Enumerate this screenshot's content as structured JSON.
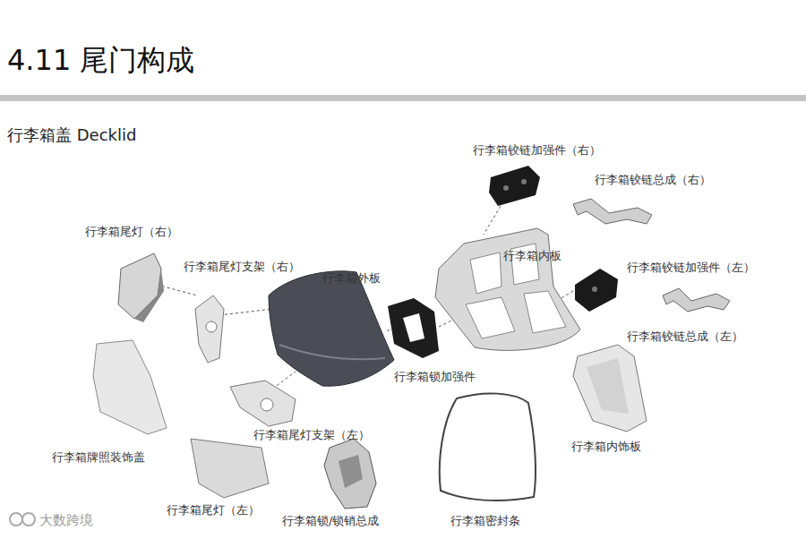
{
  "diagram": {
    "title": "4.11 尾门构成",
    "labels": [
      "行李箱盖 Decklid",
      "行李箱铰链加强件（右）",
      "行李箱铰链总成（右）",
      "行李箱尾灯（右）",
      "行李箱尾灯支架（右）",
      "行李箱外板",
      "行李箱内板",
      "行李箱铰链加强件（左）",
      "行李箱铰链总成（左）",
      "行李箱锁加强件",
      "行李箱尾灯支架（左）",
      "行李箱牌照装饰盖",
      "行李箱内饰板",
      "行李箱尾灯（左）",
      "行李箱锁/锁销总成",
      "行李箱密封条",
      "大数跨境"
    ]
  }
}
